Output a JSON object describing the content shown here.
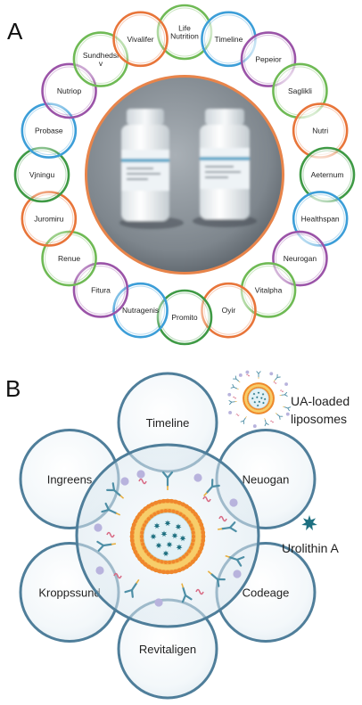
{
  "panel_a": {
    "label": "A",
    "ring": [
      {
        "label": "Life\nNutrition",
        "color": "#6fba55"
      },
      {
        "label": "Timeline",
        "color": "#3c9ed8"
      },
      {
        "label": "Pepeior",
        "color": "#9b54a8"
      },
      {
        "label": "Saglikli",
        "color": "#6fba55"
      },
      {
        "label": "Nutri",
        "color": "#e8753a"
      },
      {
        "label": "Aeternum",
        "color": "#3f9a45"
      },
      {
        "label": "Healthspan",
        "color": "#3c9ed8"
      },
      {
        "label": "Neurogan",
        "color": "#9b54a8"
      },
      {
        "label": "Vitalpha",
        "color": "#6fba55"
      },
      {
        "label": "Oyir",
        "color": "#e8753a"
      },
      {
        "label": "Promito",
        "color": "#3f9a45"
      },
      {
        "label": "Nutragenis",
        "color": "#3c9ed8"
      },
      {
        "label": "Fitura",
        "color": "#9b54a8"
      },
      {
        "label": "Renue",
        "color": "#6fba55"
      },
      {
        "label": "Juromiru",
        "color": "#e8753a"
      },
      {
        "label": "Vjningu",
        "color": "#3f9a45"
      },
      {
        "label": "Probase",
        "color": "#3c9ed8"
      },
      {
        "label": "Nutriop",
        "color": "#9b54a8"
      },
      {
        "label": "Sundhedsi\nv",
        "color": "#6fba55"
      },
      {
        "label": "Vivalifer",
        "color": "#e8753a"
      }
    ]
  },
  "panel_b": {
    "label": "B",
    "petals": [
      "Timeline",
      "Neuogan",
      "Codeage",
      "Revitaligen",
      "Kroppssund",
      "Ingreens"
    ],
    "legend_liposome": "UA-loaded\nliposomes",
    "legend_urolithin": "Urolithin A",
    "colors": {
      "petal": "#4f7e9a",
      "lipid": "#f3b24a",
      "drug": "#1d6f80"
    }
  }
}
